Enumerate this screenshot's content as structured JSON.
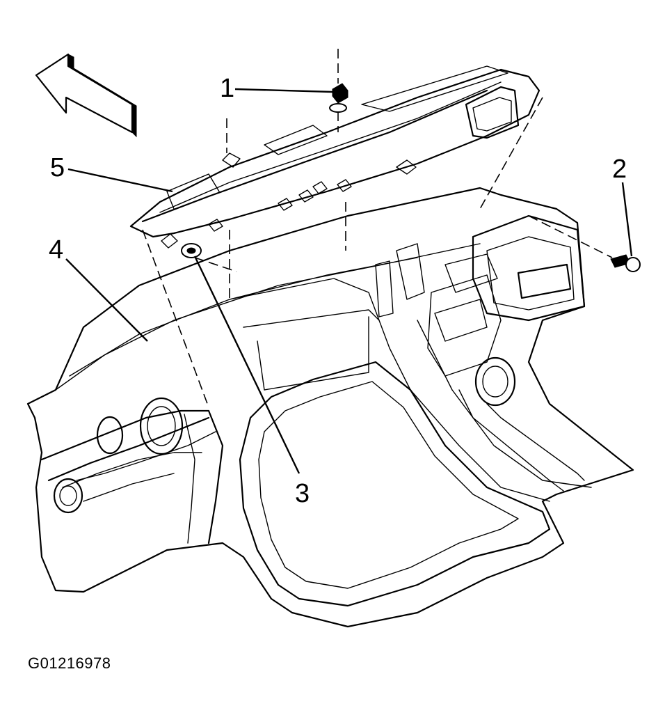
{
  "figure": {
    "id": "G01216978"
  },
  "callouts": [
    {
      "key": "c1",
      "label": "1"
    },
    {
      "key": "c2",
      "label": "2"
    },
    {
      "key": "c3",
      "label": "3"
    },
    {
      "key": "c4",
      "label": "4"
    },
    {
      "key": "c5",
      "label": "5"
    }
  ],
  "icons": {
    "direction_arrow": "front-direction-arrow-icon"
  },
  "colors": {
    "line": "#000000",
    "background": "#ffffff"
  }
}
